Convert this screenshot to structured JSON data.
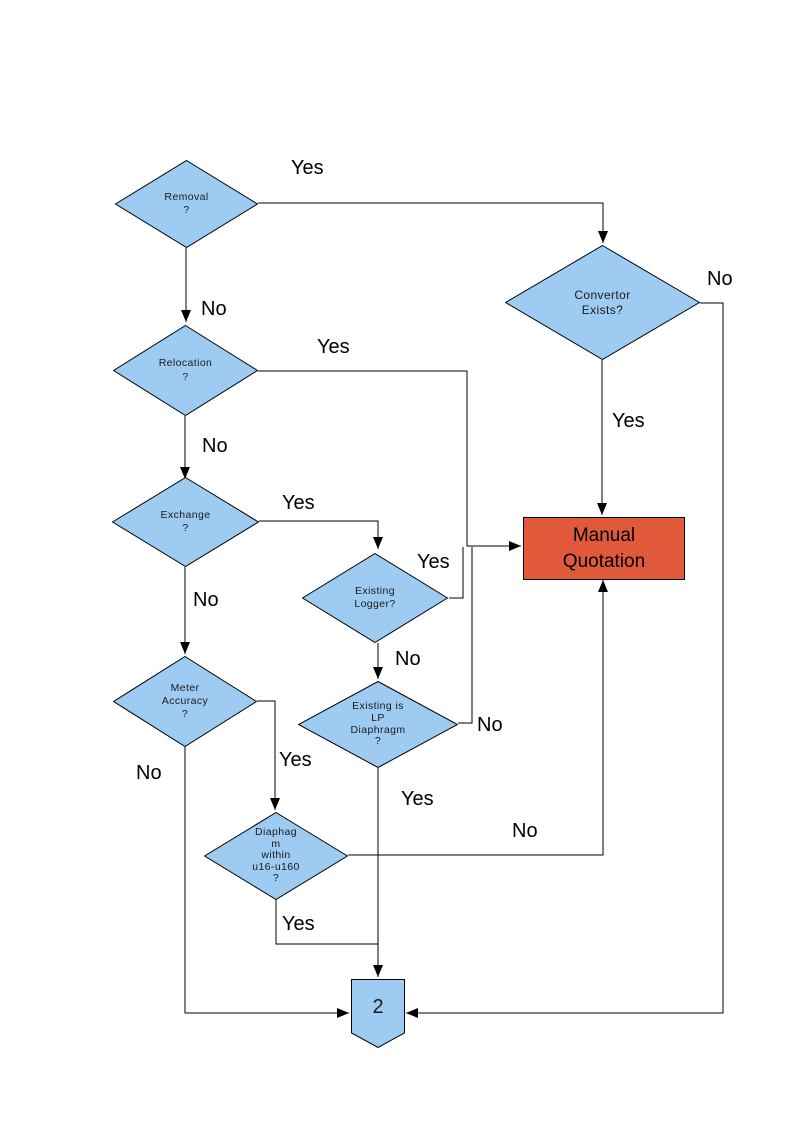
{
  "diagram": {
    "type": "flowchart",
    "page": "meter-exchange-decision-flow",
    "offpage_reference": "2"
  },
  "colors": {
    "node-fill": "#9ECBF2",
    "node-border": "#000000",
    "accent-fill": "#E0593B",
    "line": "#000000"
  },
  "nodes": {
    "removal": {
      "type": "decision",
      "label": "Removal\n?"
    },
    "convertor_exists": {
      "type": "decision",
      "label": "Convertor\nExists?"
    },
    "relocation": {
      "type": "decision",
      "label": "Relocation\n?"
    },
    "exchange": {
      "type": "decision",
      "label": "Exchange\n?"
    },
    "existing_logger": {
      "type": "decision",
      "label": "Existing\nLogger?"
    },
    "manual_quotation": {
      "type": "process",
      "label": "Manual\nQuotation"
    },
    "meter_accuracy": {
      "type": "decision",
      "label": "Meter\nAccuracy\n?"
    },
    "existing_lp_diaphragm": {
      "type": "decision",
      "label": "Existing is\nLP\nDiaphragm\n?"
    },
    "diaphragm_range": {
      "type": "decision",
      "label": "Diaphag\nm\nwithin\nu16-u160\n?"
    },
    "offpage_connector": {
      "type": "offpage-connector",
      "label": "2"
    }
  },
  "edge_labels": {
    "removal_yes": "Yes",
    "removal_no": "No",
    "convertor_no": "No",
    "convertor_yes": "Yes",
    "relocation_yes": "Yes",
    "relocation_no": "No",
    "exchange_yes": "Yes",
    "exchange_no": "No",
    "existing_logger_yes": "Yes",
    "existing_logger_no": "No",
    "lp_diaphragm_no": "No",
    "lp_diaphragm_yes": "Yes",
    "meter_accuracy_yes": "Yes",
    "meter_accuracy_no": "No",
    "diaphragm_range_no": "No",
    "diaphragm_range_yes": "Yes"
  }
}
